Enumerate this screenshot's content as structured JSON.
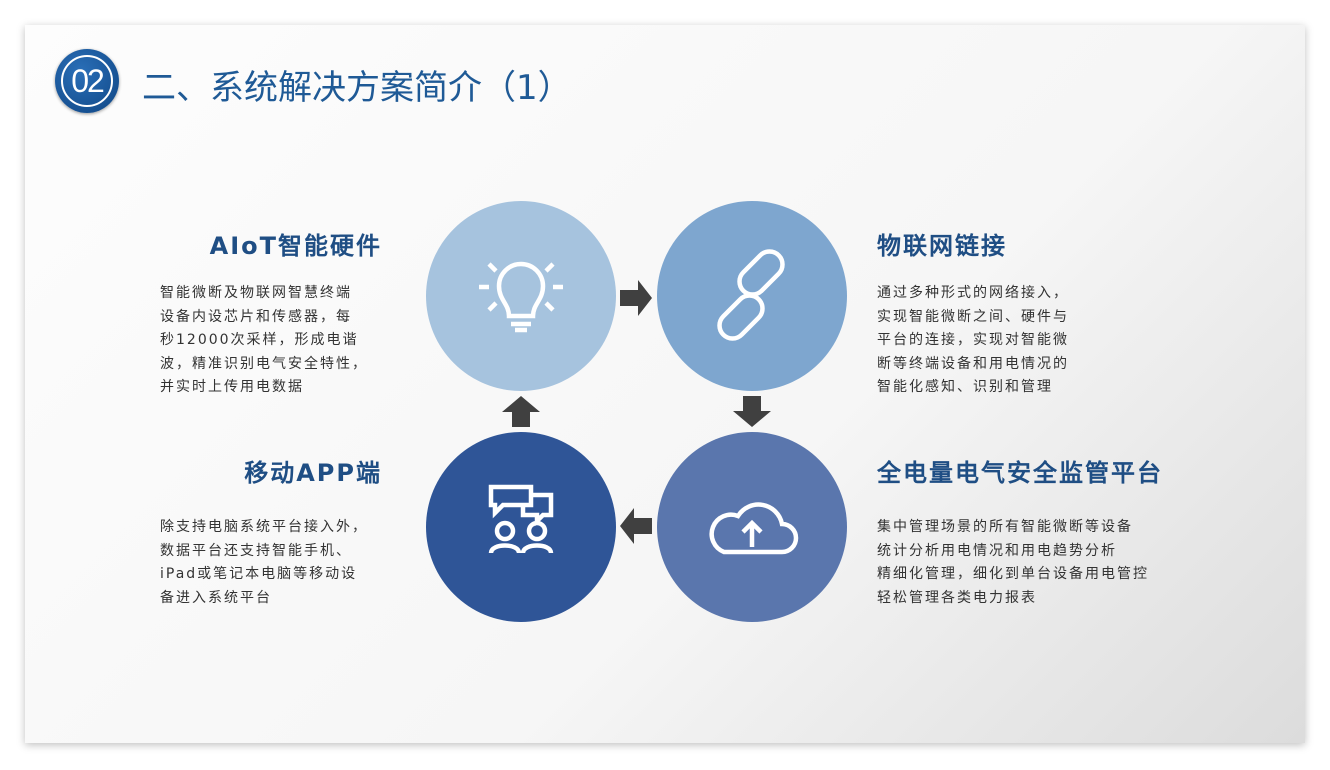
{
  "header": {
    "badge": "02",
    "title": "二、系统解决方案简介（1）"
  },
  "colors": {
    "c1": "#a6c3de",
    "c2": "#7ea6cf",
    "c3": "#2f5597",
    "c4": "#5a76ad",
    "arrow": "#404040",
    "heading": "#1f4e84"
  },
  "blocks": {
    "aiot": {
      "title": "AIoT智能硬件",
      "icon": "lightbulb-icon",
      "lines": [
        "智能微断及物联网智慧终端",
        "设备内设芯片和传感器，每",
        "秒12000次采样，形成电谐",
        "波，精准识别电气安全特性，",
        "并实时上传用电数据"
      ]
    },
    "iot": {
      "title": "物联网链接",
      "icon": "link-icon",
      "lines": [
        "通过多种形式的网络接入，",
        "实现智能微断之间、硬件与",
        "平台的连接，实现对智能微",
        "断等终端设备和用电情况的",
        "智能化感知、识别和管理"
      ]
    },
    "platform": {
      "title": "全电量电气安全监管平台",
      "icon": "cloud-upload-icon",
      "lines": [
        "集中管理场景的所有智能微断等设备",
        "统计分析用电情况和用电趋势分析",
        "精细化管理，细化到单台设备用电管控",
        "轻松管理各类电力报表"
      ]
    },
    "app": {
      "title": "移动APP端",
      "icon": "users-chat-icon",
      "lines": [
        "除支持电脑系统平台接入外，",
        "数据平台还支持智能手机、",
        "iPad或笔记本电脑等移动设",
        "备进入系统平台"
      ]
    }
  }
}
